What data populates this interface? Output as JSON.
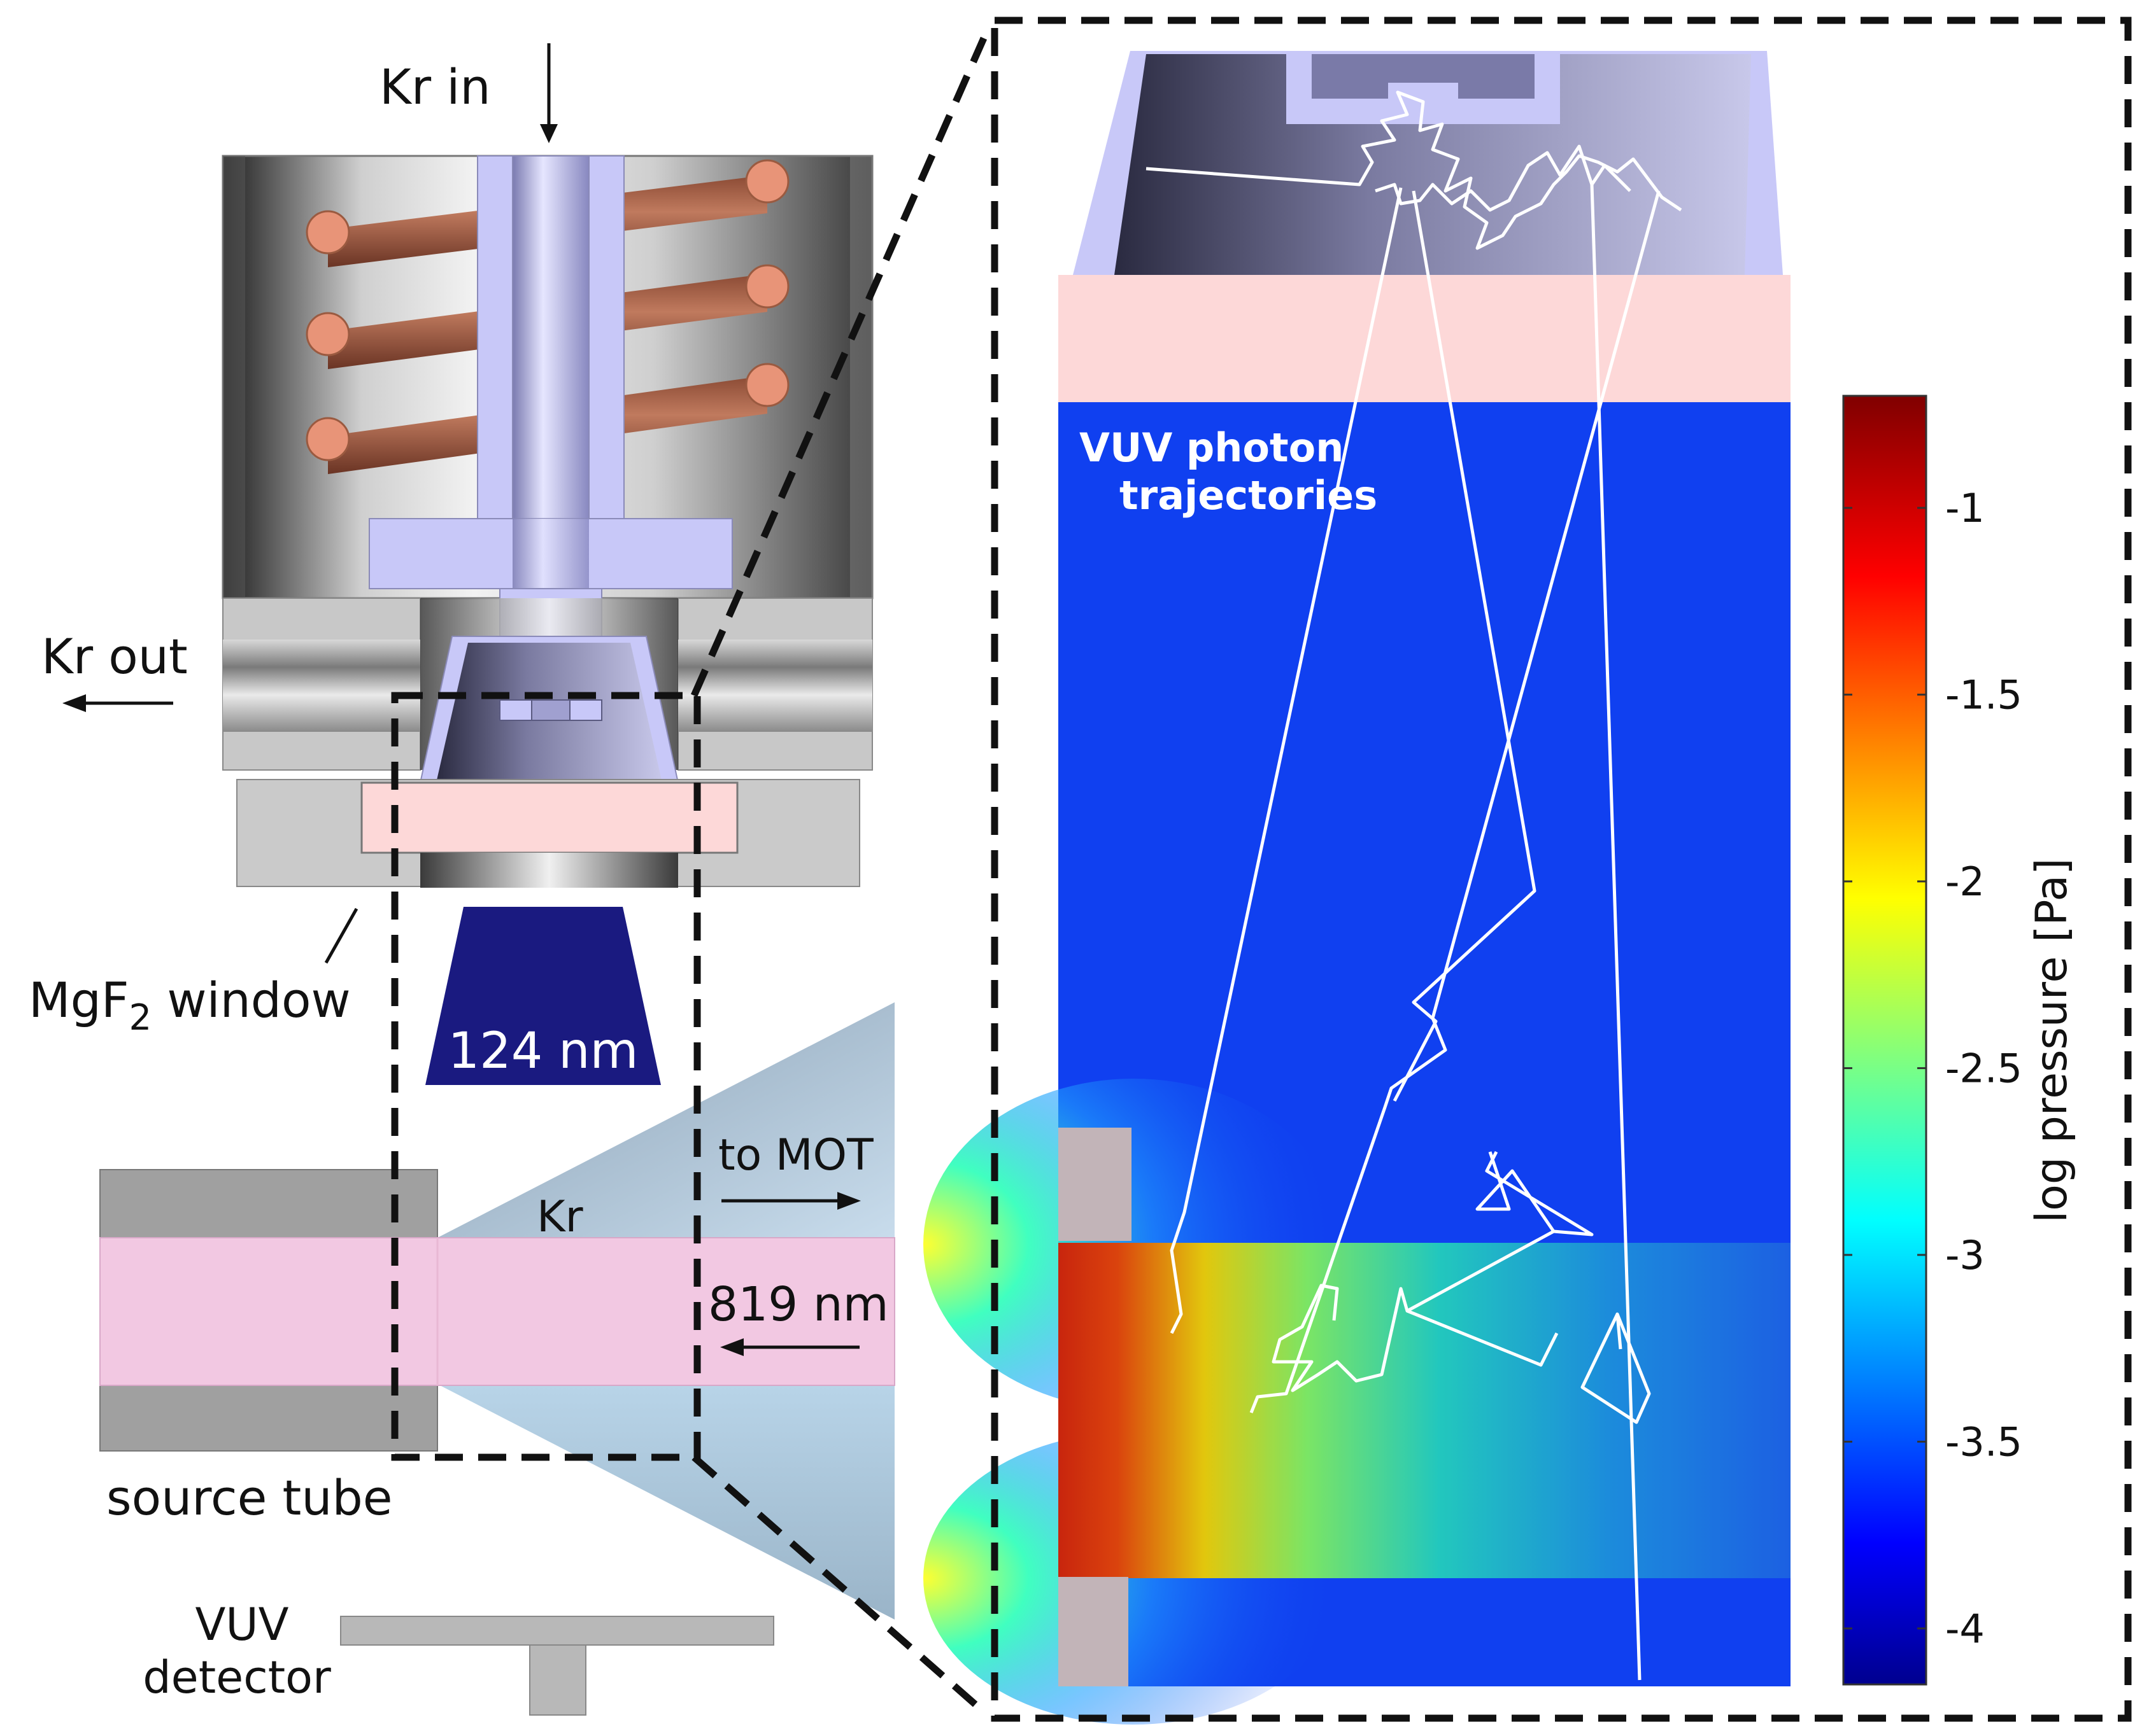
{
  "labels": {
    "kr_in": "Kr in",
    "kr_out": "Kr out",
    "mgf2_prefix": "MgF",
    "mgf2_sub": "2",
    "mgf2_suffix": " window",
    "wavelength_124": "124 nm",
    "to_mot": "to MOT",
    "kr": "Kr",
    "wavelength_819": "819 nm",
    "source_tube": "source tube",
    "vuv_detector_line1": "VUV",
    "vuv_detector_line2": "detector",
    "vuv_photon_line1": "VUV photon",
    "vuv_photon_line2": "trajectories"
  },
  "colorbar": {
    "label": "log pressure [Pa]",
    "min": -4.15,
    "max": -0.7,
    "ticks": [
      -1,
      -1.5,
      -2,
      -2.5,
      -3,
      -3.5,
      -4
    ],
    "tick_labels": [
      "-1",
      "-1.5",
      "-2",
      "-2.5",
      "-3",
      "-3.5",
      "-4"
    ],
    "colormap": "jet"
  },
  "colors": {
    "vuv_lamp": "#1a1a80",
    "window_pink": "#fdd8d8",
    "beam_pink": "#f2c8e2",
    "cone_purple": "#c8c8f8",
    "copper": "#b06548",
    "copper_end": "#e89478",
    "gray": "#c8c8c8",
    "field_blue": "#1040f0",
    "field_red": "#d41e00"
  }
}
